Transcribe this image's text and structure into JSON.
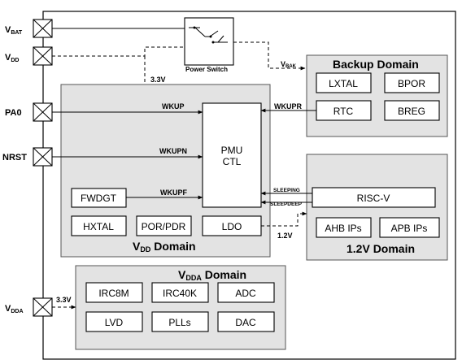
{
  "pins": {
    "vbat": {
      "main": "V",
      "sub": "BAT"
    },
    "vdd": {
      "main": "V",
      "sub": "DD"
    },
    "pa0": "PA0",
    "nrst": "NRST",
    "vdda": {
      "main": "V",
      "sub": "DDA"
    }
  },
  "power_switch": "Power Switch",
  "vbak": {
    "main": "V",
    "sub": "BAK"
  },
  "voltages": {
    "v33_top": "3.3V",
    "v12": "1.2V",
    "v33_bottom": "3.3V"
  },
  "backup_domain": {
    "title": "Backup Domain",
    "blocks": [
      "LXTAL",
      "BPOR",
      "RTC",
      "BREG"
    ]
  },
  "vdd_domain": {
    "title_main": "V",
    "title_sub": "DD",
    "title_rest": " Domain",
    "pmu": [
      "PMU",
      "CTL"
    ],
    "fwdgt": "FWDGT",
    "hxtal": "HXTAL",
    "porpdr": "POR/PDR",
    "ldo": "LDO"
  },
  "signals": {
    "wkup": "WKUP",
    "wkupn": "WKUPN",
    "wkupf": "WKUPF",
    "wkupr": "WKUPR",
    "sleeping": "SLEEPING",
    "sleepdeep": "SLEEPDEEP"
  },
  "domain_12v": {
    "title": "1.2V Domain",
    "riscv": "RISC-V",
    "ahb": "AHB IPs",
    "apb": "APB IPs"
  },
  "vdda_domain": {
    "title_main": "V",
    "title_sub": "DDA",
    "title_rest": " Domain",
    "blocks": [
      "IRC8M",
      "IRC40K",
      "ADC",
      "LVD",
      "PLLs",
      "DAC"
    ]
  }
}
